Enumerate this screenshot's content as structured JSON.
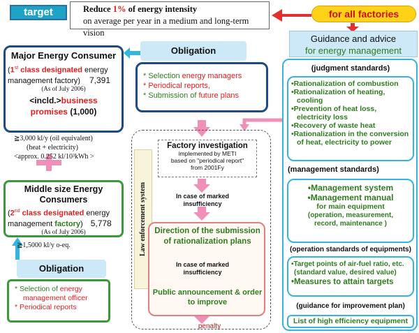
{
  "target": {
    "label": "target",
    "line1_pre": "Reduce ",
    "line1_highlight": "1%",
    "line1_post": " of energy intensity",
    "line2": "on average per year in a medium and long-term vision"
  },
  "for_all_factories": "for all factories",
  "major": {
    "title": "Major Energy Consumer",
    "class_open": "(",
    "class_num": "1",
    "class_sup": "st",
    "class_text": " class designated",
    "class_rest": " energy",
    "factory_line": "management factory)",
    "count": "7,391",
    "as_of": "(As of July 2006)",
    "incl_pre": "<incld.>",
    "incl_red": "business",
    "promises": "promises",
    "promises_count": "(1,000)"
  },
  "criteria_major": {
    "line1": "≧3,000 kl/y (oil equivalent)",
    "line2": "(heat + electricity)",
    "line3": "<approx. 0.252 kl/10³kWh >"
  },
  "middle": {
    "title1": "Middle size Energy",
    "title2": "Consumers",
    "class_open": "(",
    "class_num": "2",
    "class_sup": "nd",
    "class_text": " class designated",
    "class_rest": " energy",
    "factory_pre": "management",
    "factory_green": " factory",
    "factory_close": ")",
    "count": "5,778",
    "as_of": "(As of July 2006)"
  },
  "criteria_middle": "≧1,5000 kl/y o-eq.",
  "obligation_small": {
    "title": "Obligation",
    "item1_star": "*",
    "item1_a": " Selection of ",
    "item1_b": "energy",
    "item1_c": "management officer",
    "item2": "* Periodical reports"
  },
  "obligation_main": {
    "title": "Obligation",
    "item1_a": "* Selection ",
    "item1_b": "energy managers",
    "item2": "* Periodical reports,",
    "item3_a": "* Submission of ",
    "item3_b": "future plans"
  },
  "law_label": "Law enforcement system",
  "factory_investigation": {
    "title": "Factory investigation",
    "line1": "implemented by METI",
    "line2": "based on \"periodical report\"",
    "line3": "from 2001Fy"
  },
  "note1": {
    "line1": "In case of marked",
    "line2": "insufficiency"
  },
  "direction": {
    "line1": "Direction of the submission",
    "line2": "of rationalization plans"
  },
  "note2": {
    "line1": "In case of marked",
    "line2": "insufficiency"
  },
  "public": {
    "line1": "Public announcement & order",
    "line2": "to improve"
  },
  "penalty": "penalty",
  "guidance": {
    "line1": "Guidance and advice",
    "line2": "for energy management"
  },
  "judgment": {
    "header": "(judgment standards)",
    "items": [
      "•Rationalization of combustion",
      "•Rationalization of heating,",
      "  cooling",
      "•Prevention of heat loss,",
      "  electricity loss",
      "•Recovery of waste heat",
      "•Rationalization in the conversion",
      "  of heat, electricity to power"
    ]
  },
  "management": {
    "header": "(management standards)",
    "line1": "•Management system",
    "line2": "•Management manual",
    "line3": "for main equipment",
    "line4": "(operation, measurement,",
    "line5": "record, maintenance )"
  },
  "operation": {
    "header": "(operation standards of equipments)",
    "line1": "•Target points of air-fuel ratio, etc.",
    "line2": "(standard value, desired value)",
    "line3": "•Measures to attain targets"
  },
  "improvement": {
    "header": "(guidance for improvement plan)",
    "item": "List of high efficiency equipment"
  },
  "colors": {
    "accent": "#1fa2c8",
    "green": "#2e7d1e",
    "red": "#e02020",
    "yellow": "#ffd21a",
    "pink": "#f08fb8",
    "cyan": "#34b4e0",
    "navy": "#1e4a8a"
  }
}
